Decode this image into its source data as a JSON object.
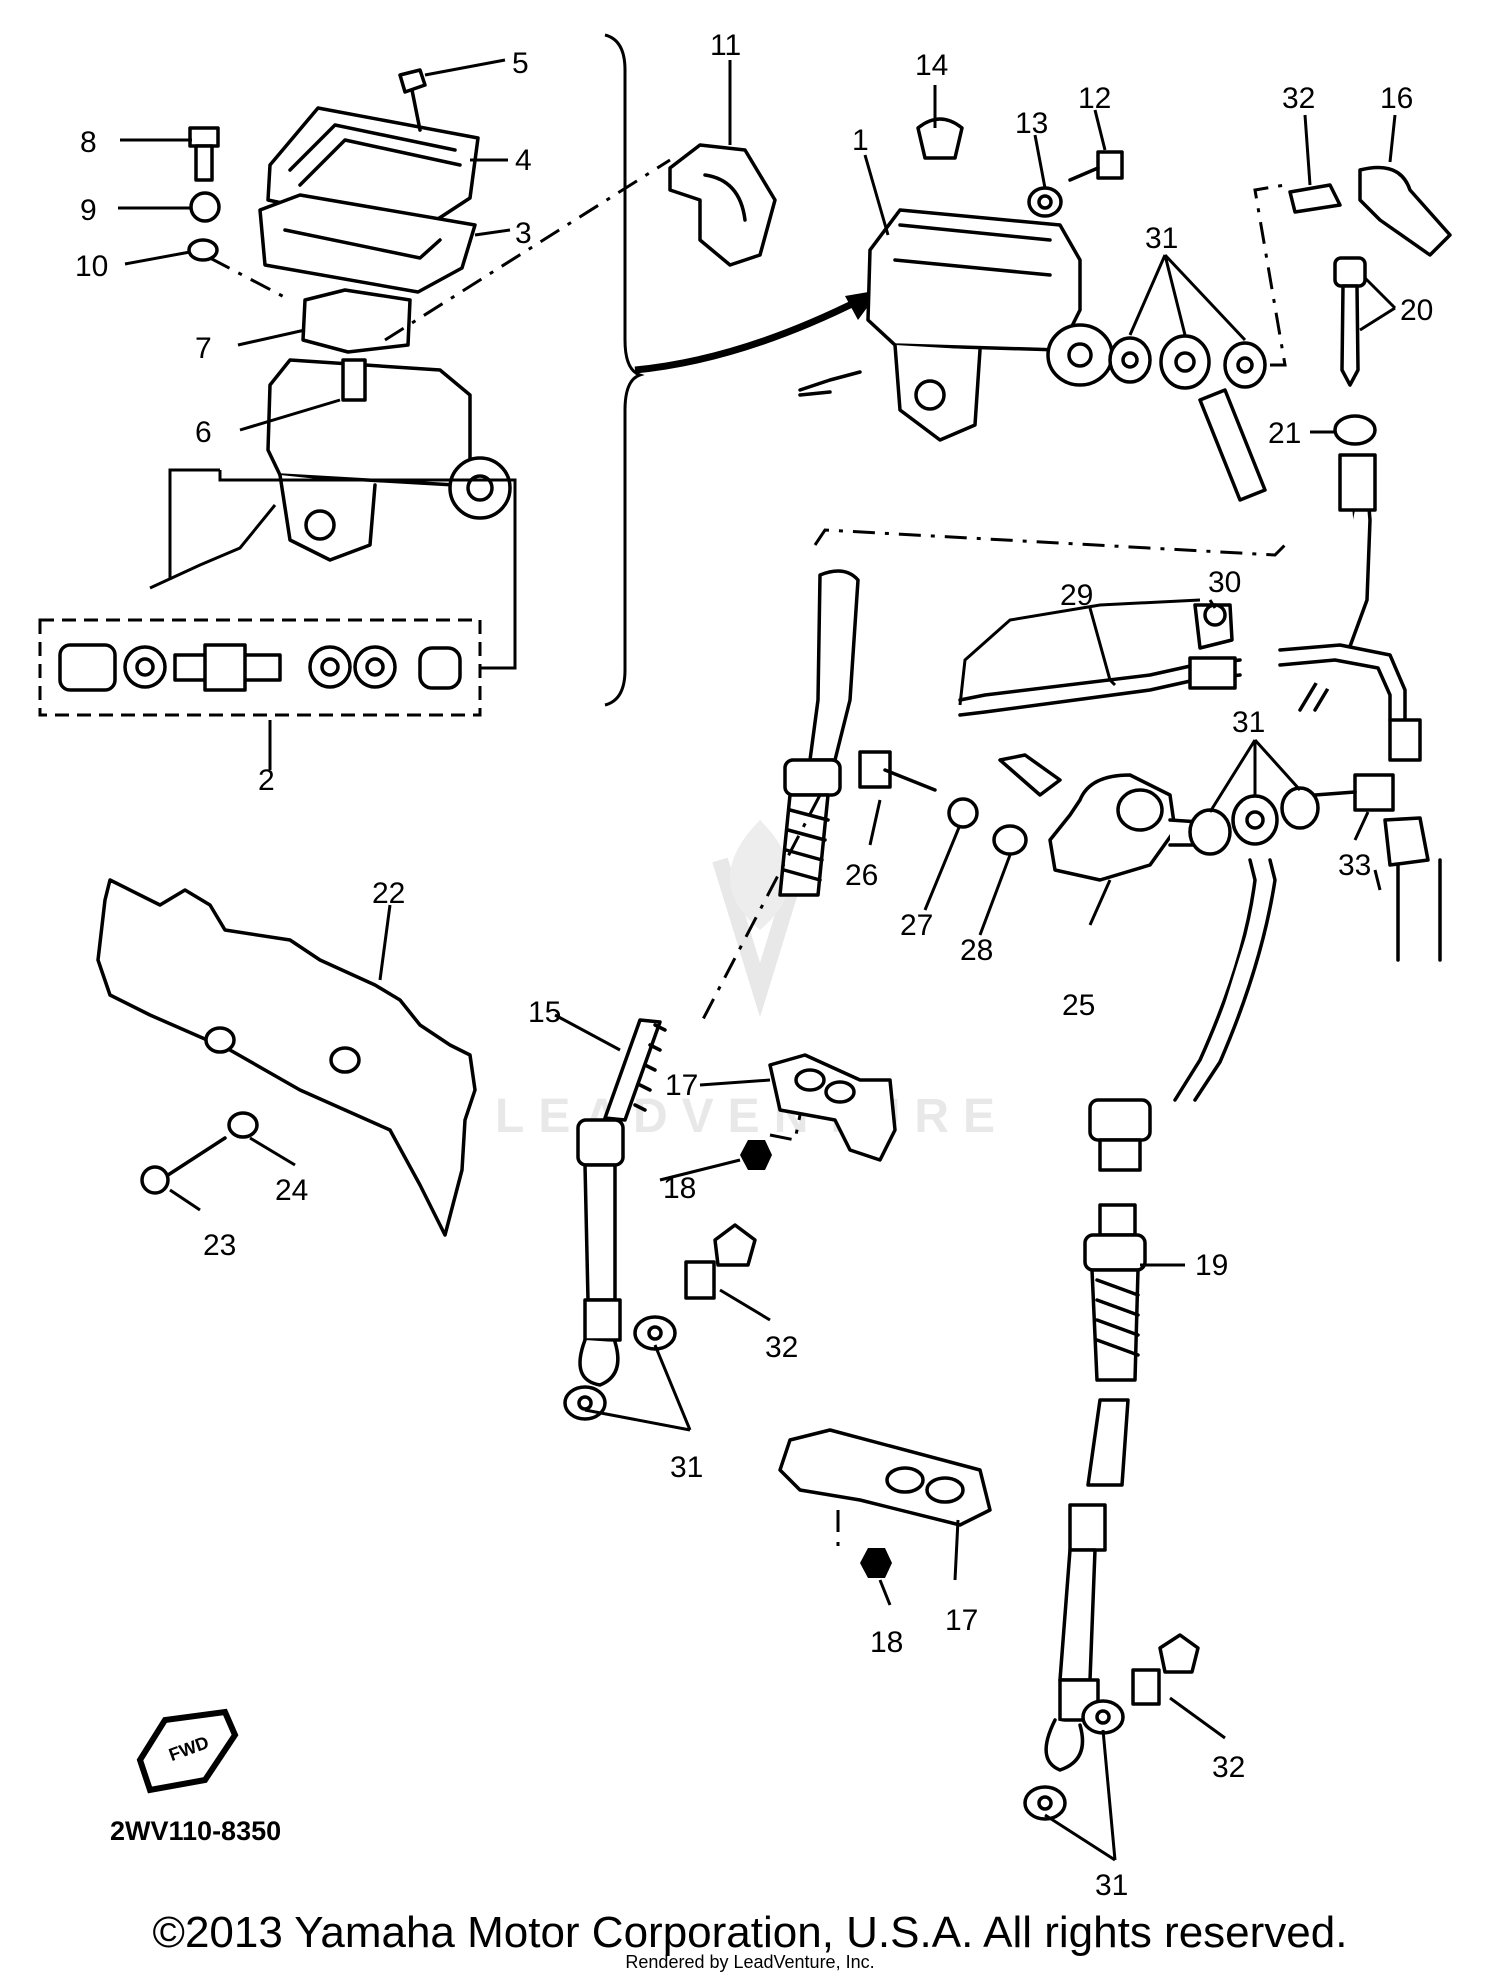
{
  "diagram": {
    "callouts": {
      "p1": "1",
      "p2": "2",
      "p3": "3",
      "p4": "4",
      "p5": "5",
      "p6": "6",
      "p7": "7",
      "p8": "8",
      "p9": "9",
      "p10": "10",
      "p11": "11",
      "p12": "12",
      "p13": "13",
      "p14": "14",
      "p15": "15",
      "p16": "16",
      "p17a": "17",
      "p17b": "17",
      "p18a": "18",
      "p18b": "18",
      "p19": "19",
      "p20": "20",
      "p21": "21",
      "p22": "22",
      "p23": "23",
      "p24": "24",
      "p25": "25",
      "p26": "26",
      "p27": "27",
      "p28": "28",
      "p29": "29",
      "p30": "30",
      "p31a": "31",
      "p31b": "31",
      "p31c": "31",
      "p31d": "31",
      "p32a": "32",
      "p32b": "32",
      "p32c": "32",
      "p33": "33"
    },
    "diagram_code": "2WV110-8350",
    "fwd_badge": "FWD",
    "watermark": "LEADVENTURE"
  },
  "footer": {
    "copyright": "©2013 Yamaha Motor Corporation, U.S.A. All rights reserved.",
    "rendered_by": "Rendered by LeadVenture, Inc."
  }
}
